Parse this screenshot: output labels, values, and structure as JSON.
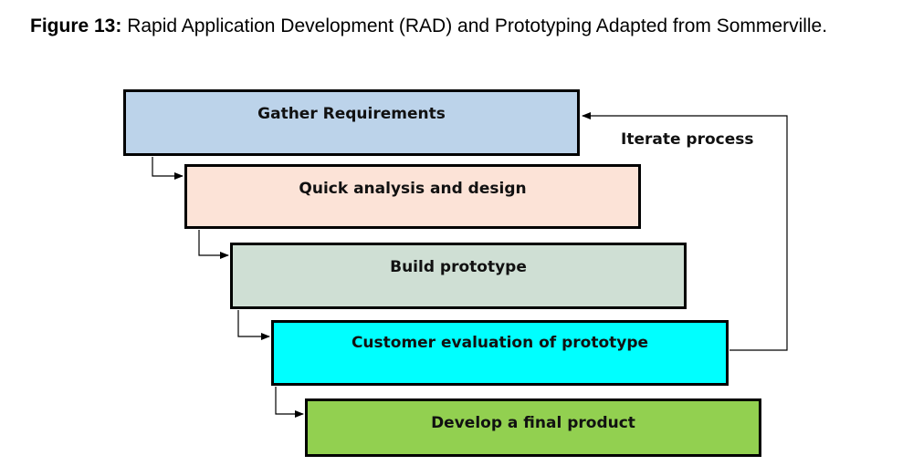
{
  "caption": {
    "label": "Figure 13:",
    "text": " Rapid Application Development (RAD) and Prototyping Adapted from Sommerville."
  },
  "steps": [
    {
      "label": "Gather Requirements",
      "color": "#bcd3ea"
    },
    {
      "label": "Quick analysis and design",
      "color": "#fce3d7"
    },
    {
      "label": "Build prototype",
      "color": "#cfdfd4"
    },
    {
      "label": "Customer evaluation of prototype",
      "color": "#00ffff"
    },
    {
      "label": "Develop a final product",
      "color": "#92d050"
    }
  ],
  "feedback": {
    "label": "Iterate process"
  }
}
